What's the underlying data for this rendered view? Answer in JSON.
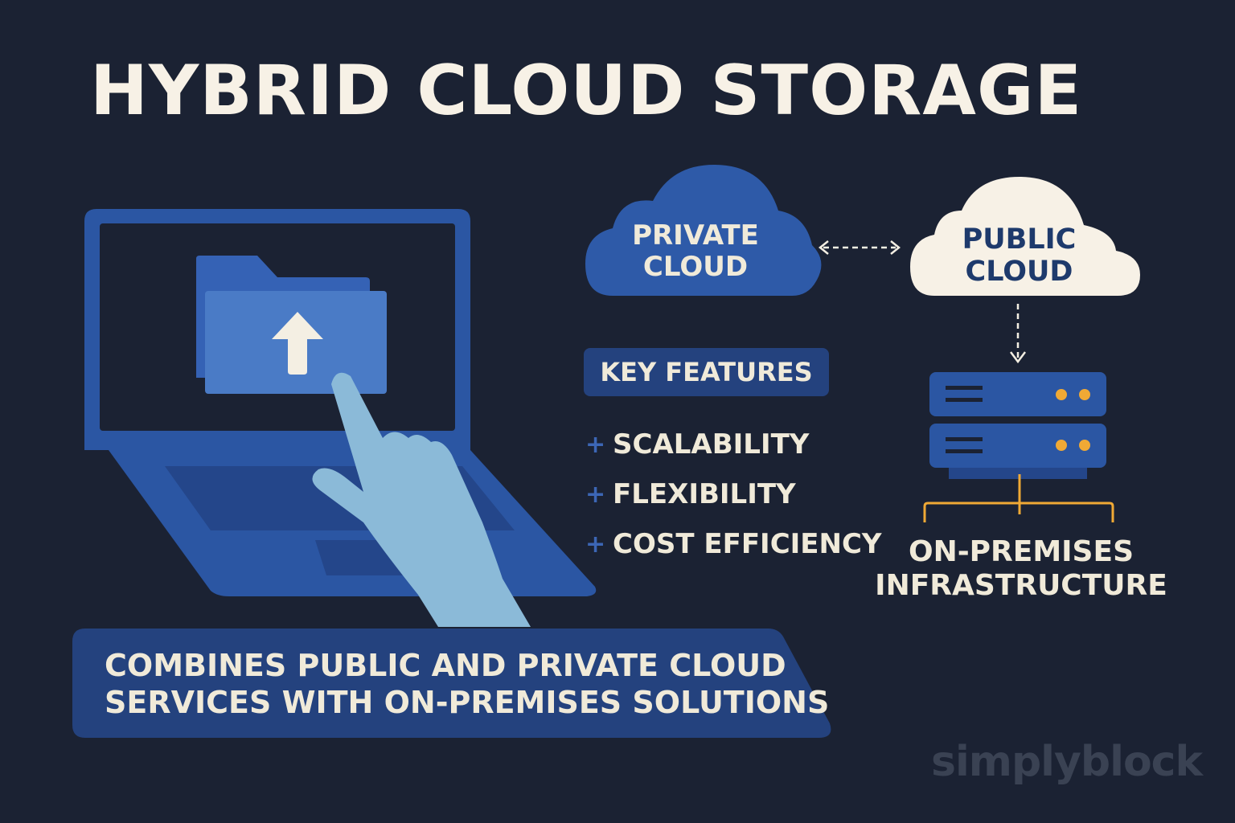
{
  "title": "HYBRID CLOUD STORAGE",
  "private_cloud": {
    "line1": "PRIVATE",
    "line2": "CLOUD"
  },
  "public_cloud": {
    "line1": "PUBLIC",
    "line2": "CLOUD"
  },
  "key_features": {
    "heading": "KEY FEATURES",
    "items": [
      {
        "marker": "+",
        "text": "SCALABILITY"
      },
      {
        "marker": "+",
        "text": "FLEXIBILITY"
      },
      {
        "marker": "+",
        "text": "COST EFFICIENCY"
      }
    ]
  },
  "on_premises": {
    "line1": "ON-PREMISES",
    "line2": "INFRASTRUCTURE"
  },
  "banner": {
    "line1": "COMBINES PUBLIC AND PRIVATE CLOUD",
    "line2": "SERVICES WITH ON-PREMISES SOLUTIONS"
  },
  "brand": "simplyblock",
  "colors": {
    "background": "#1b2233",
    "primary_blue": "#2e5aa8",
    "cream": "#f7f1e6",
    "hand": "#8bbad8",
    "led": "#f0a935"
  }
}
